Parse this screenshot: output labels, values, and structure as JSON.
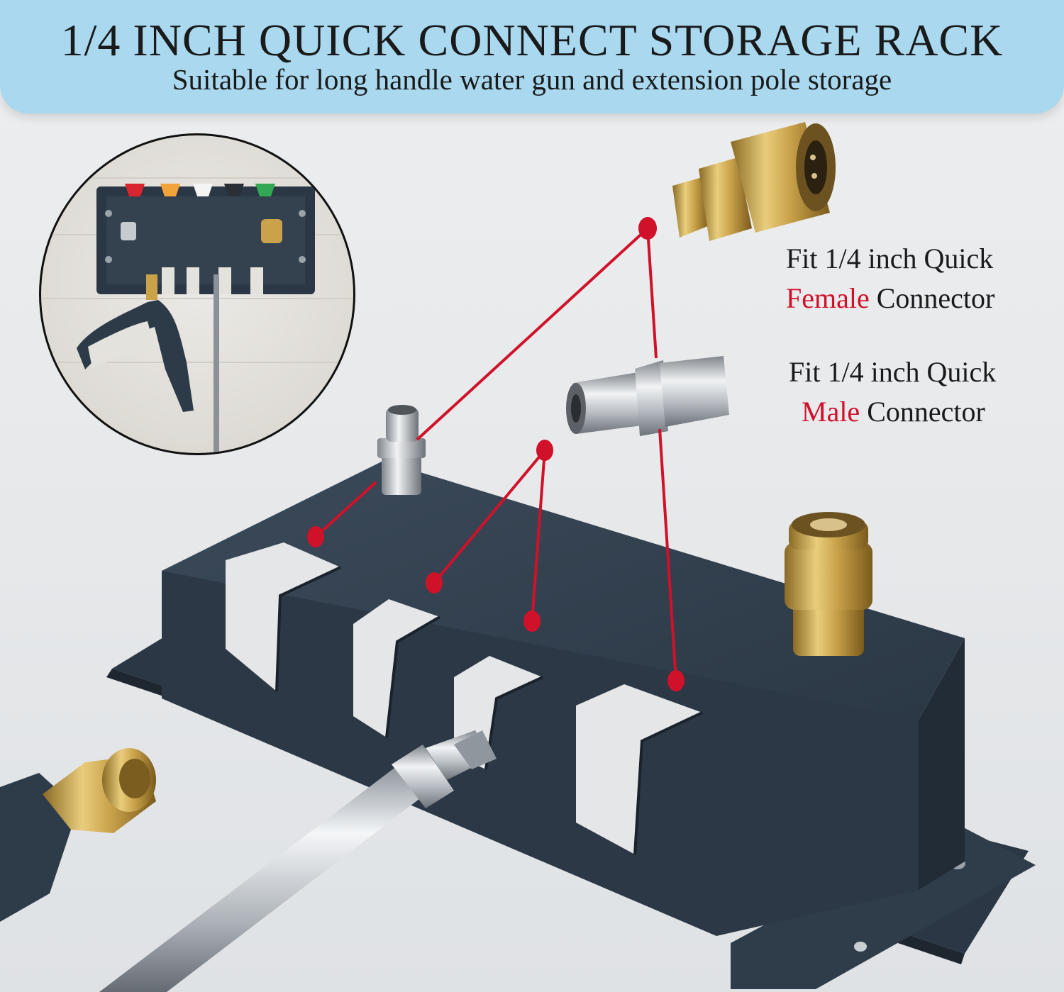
{
  "banner": {
    "title": "1/4 INCH QUICK CONNECT STORAGE RACK",
    "subtitle": "Suitable for long handle water gun and extension pole storage"
  },
  "callouts": {
    "female": {
      "prefix": "Fit 1/4 inch Quick",
      "highlight": "Female",
      "suffix": " Connector"
    },
    "male": {
      "prefix": "Fit 1/4 inch Quick",
      "highlight": "Male",
      "suffix": " Connector"
    }
  },
  "colors": {
    "banner": "#a9d8ef",
    "rack": "#2f3d4c",
    "brass": "#c9a24a",
    "steel": "#b9bec4",
    "pointer": "#d0112a"
  },
  "icons": [
    "rack-illustration",
    "female-connector-icon",
    "male-connector-icon",
    "pointer-dot-icon"
  ]
}
